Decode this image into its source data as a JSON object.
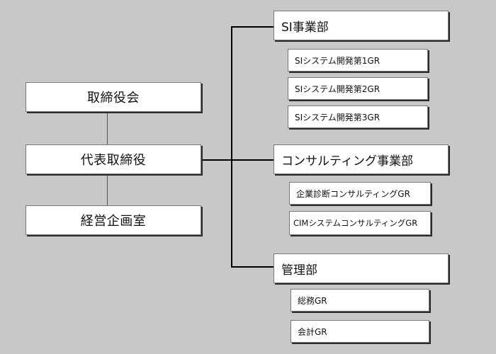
{
  "executive": {
    "board": "取締役会",
    "ceo": "代表取締役",
    "planning": "経営企画室"
  },
  "departments": [
    {
      "name": "SI事業部",
      "groups": [
        "SIシステム開発第1GR",
        "SIシステム開発第2GR",
        "SIシステム開発第3GR"
      ]
    },
    {
      "name": "コンサルティング事業部",
      "groups": [
        "企業診断コンサルティングGR",
        "CIMシステムコンサルティングGR"
      ]
    },
    {
      "name": "管理部",
      "groups": [
        "総務GR",
        "会計GR"
      ]
    }
  ]
}
